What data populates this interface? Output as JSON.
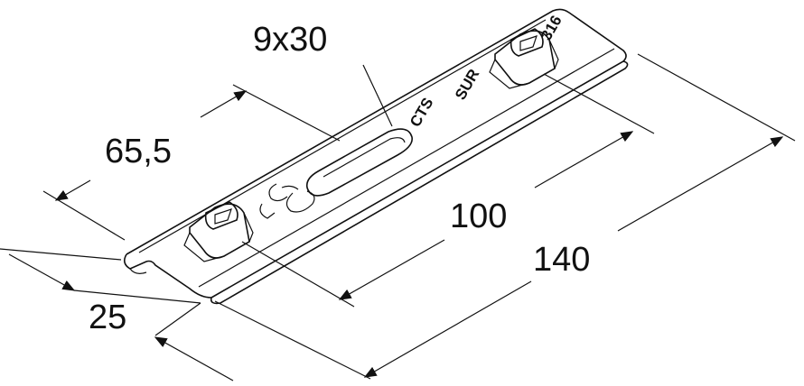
{
  "dimensions": {
    "slot": "9x30",
    "hole_spacing_offset": "65,5",
    "hole_spacing": "100",
    "length": "140",
    "width": "25"
  },
  "stamps": {
    "code": "316",
    "brand_a": "SUR",
    "brand_b": "CTS",
    "logo": "CE"
  },
  "colors": {
    "line": "#111111",
    "background": "#ffffff"
  }
}
